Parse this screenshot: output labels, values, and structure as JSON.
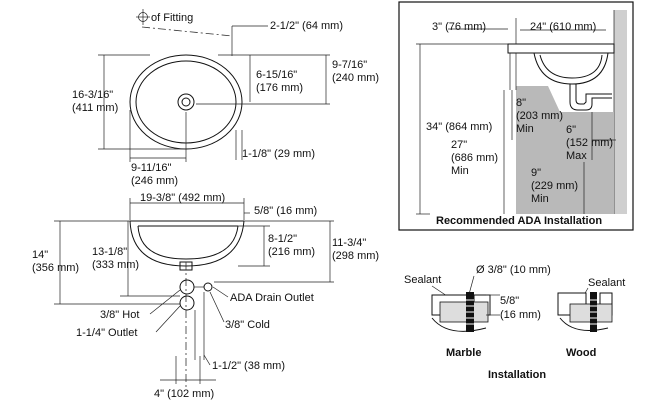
{
  "top_view": {
    "centerline": "of Fitting",
    "dim_2_5": "2-1/2\" (64 mm)",
    "dim_9_7_16": "9-7/16\"",
    "dim_9_7_16_mm": "(240 mm)",
    "dim_6_15_16": "6-15/16\"",
    "dim_6_15_16_mm": "(176 mm)",
    "dim_16_3_16": "16-3/16\"",
    "dim_16_3_16_mm": "(411 mm)",
    "dim_9_11_16": "9-11/16\"",
    "dim_9_11_16_mm": "(246 mm)",
    "dim_1_1_8": "1-1/8\" (29 mm)"
  },
  "side_view": {
    "dim_19_3_8": "19-3/8\" (492 mm)",
    "dim_5_8": "5/8\" (16 mm)",
    "dim_8_1_2": "8-1/2\"",
    "dim_8_1_2_mm": "(216 mm)",
    "dim_11_3_4": "11-3/4\"",
    "dim_11_3_4_mm": "(298 mm)",
    "dim_14": "14\"",
    "dim_14_mm": "(356 mm)",
    "dim_13_1_8": "13-1/8\"",
    "dim_13_1_8_mm": "(333 mm)",
    "ada_drain": "ADA Drain Outlet",
    "hot": "3/8\" Hot",
    "cold": "3/8\" Cold",
    "outlet": "1-1/4\" Outlet",
    "dim_1_1_2": "1-1/2\" (38 mm)",
    "dim_4": "4\" (102 mm)"
  },
  "ada_box": {
    "dim_3": "3\" (76 mm)",
    "dim_24": "24\" (610 mm)",
    "dim_34": "34\" (864 mm)",
    "dim_8": "8\"",
    "dim_8_mm": "(203 mm)",
    "dim_8_min": "Min",
    "dim_27": "27\"",
    "dim_27_mm": "(686 mm)",
    "dim_27_min": "Min",
    "dim_6": "6\"",
    "dim_6_mm": "(152 mm)",
    "dim_6_max": "Max",
    "dim_9": "9\"",
    "dim_9_mm": "(229 mm)",
    "dim_9_min": "Min",
    "title": "Recommended ADA Installation"
  },
  "installation": {
    "sealant_left": "Sealant",
    "sealant_right": "Sealant",
    "dim_3_8": "Ø 3/8\" (10 mm)",
    "dim_5_8": "5/8\"",
    "dim_5_8_mm": "(16 mm)",
    "marble": "Marble",
    "wood": "Wood",
    "title": "Installation"
  },
  "icons": {
    "centerline": "centerline-symbol-icon"
  }
}
